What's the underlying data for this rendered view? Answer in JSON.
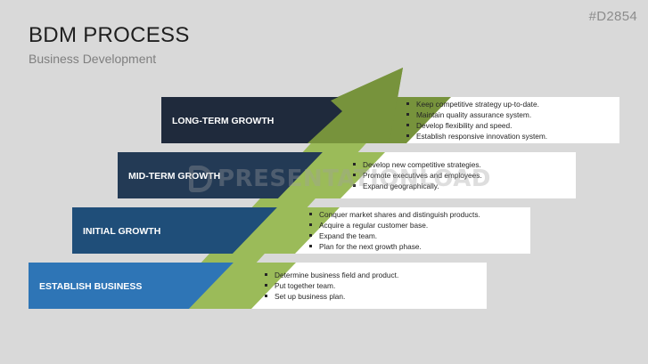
{
  "slide_id": "#D2854",
  "title": "BDM PROCESS",
  "subtitle": "Business Development",
  "watermark": "PRESENTATIONLOAD",
  "colors": {
    "background": "#d9d9d9",
    "arrow_green": "#9bbb59",
    "arrow_dark_green": "#77933c"
  },
  "steps": [
    {
      "label": "LONG-TERM GROWTH",
      "color": "#1f2a3c",
      "bullets": [
        "Keep competitive strategy up-to-date.",
        "Maintain quality assurance system.",
        "Develop flexibility and speed.",
        "Establish responsive innovation system."
      ]
    },
    {
      "label": "MID-TERM GROWTH",
      "color": "#233a55",
      "bullets": [
        "Develop new competitive strategies.",
        "Promote executives and employees.",
        "Expand geographically."
      ]
    },
    {
      "label": "INITIAL GROWTH",
      "color": "#1f4e79",
      "bullets": [
        "Conquer market shares and distinguish products.",
        "Acquire a regular customer base.",
        "Expand the team.",
        "Plan for the next growth phase."
      ]
    },
    {
      "label": "ESTABLISH BUSINESS",
      "color": "#2e75b6",
      "bullets": [
        "Determine business field and product.",
        "Put together team.",
        "Set up business plan."
      ]
    }
  ]
}
